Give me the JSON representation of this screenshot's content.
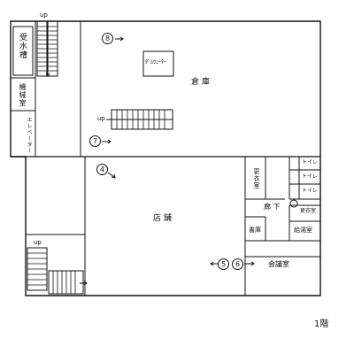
{
  "floor_label": "1階",
  "rooms": {
    "warehouse": "倉 庫",
    "store": "店 舗",
    "water_tank": "受水槽",
    "machine_room": "機械室",
    "elevator": "エレベーター",
    "dumbwaiter": "ﾀﾞﾑｳｪｰﾀｰ",
    "changing_room_upper": "更衣室",
    "changing_room_lower": "更衣室",
    "corridor": "廊 下",
    "archive": "書庫",
    "kitchenette": "給湯室",
    "meeting_room": "会議室",
    "toilet_1": "トイレ",
    "toilet_2": "トイレ",
    "toilet_3": "トイレ"
  },
  "stairs": {
    "top_label": "up",
    "mid_label": "up",
    "bottom_label": "up"
  },
  "markers": {
    "m4": "4",
    "m5": "5",
    "m6": "6",
    "m7": "7",
    "m8": "8"
  },
  "colors": {
    "line": "#111111",
    "paper": "#ffffff"
  }
}
